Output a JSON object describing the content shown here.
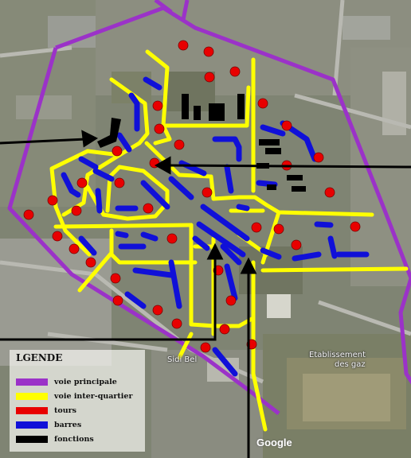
{
  "legend": {
    "title": "LGENDE",
    "items": [
      {
        "label": "voie principale",
        "color": "#9b32c8"
      },
      {
        "label": "voie inter-quartier",
        "color": "#ffff00"
      },
      {
        "label": "tours",
        "color": "#e80000"
      },
      {
        "label": "barres",
        "color": "#1010d8"
      },
      {
        "label": "fonctions",
        "color": "#000000"
      }
    ]
  },
  "places": [
    {
      "label": "Etablissement"
    },
    {
      "label": "des gaz"
    },
    {
      "label": "Sidi Bel"
    }
  ],
  "attribution": "Google"
}
